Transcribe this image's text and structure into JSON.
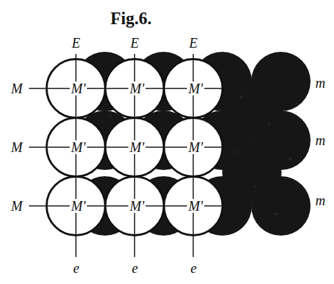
{
  "diagram": {
    "title": "Fig.6.",
    "nodes": [
      {
        "text": [
          "M'"
        ]
      },
      {
        "text": [
          "M'"
        ]
      },
      {
        "text": [
          "M'"
        ]
      },
      {
        "text": [
          "M'"
        ]
      },
      {
        "text": [
          "M'"
        ]
      },
      {
        "text": [
          "M'"
        ]
      },
      {
        "text": [
          "M'"
        ]
      },
      {
        "text": [
          "M'"
        ]
      },
      {
        "text": [
          "M'"
        ]
      }
    ],
    "labels": [
      "E",
      "E",
      "E",
      "M",
      "M",
      "M",
      "m",
      "m",
      "m",
      "e",
      "e",
      "e"
    ]
  }
}
